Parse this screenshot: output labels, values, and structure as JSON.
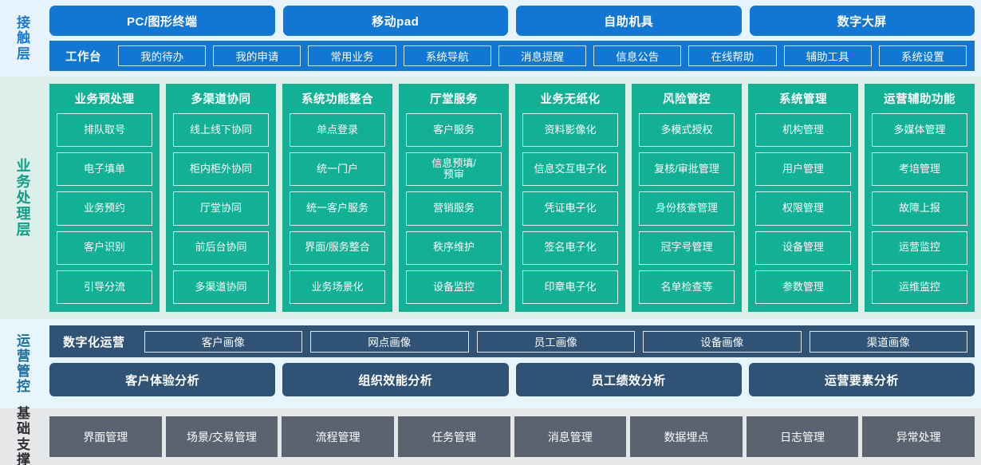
{
  "colors": {
    "touch_layer_bg": "#e7f3fd",
    "touch_accent": "#1276d4",
    "business_layer_bg": "#dcefe9",
    "business_accent": "#12b195",
    "ops_layer_bg": "#e7f5fd",
    "ops_accent": "#2f5275",
    "base_layer_bg": "#e6e7e9",
    "base_accent": "#5b6270"
  },
  "touch_layer": {
    "label": "接触层",
    "channels": [
      {
        "label": "PC/图形终端"
      },
      {
        "label": "移动pad"
      },
      {
        "label": "自助机具"
      },
      {
        "label": "数字大屏"
      }
    ],
    "workbench_title": "工作台",
    "workbench_items": [
      {
        "label": "我的待办"
      },
      {
        "label": "我的申请"
      },
      {
        "label": "常用业务"
      },
      {
        "label": "系统导航"
      },
      {
        "label": "消息提醒"
      },
      {
        "label": "信息公告"
      },
      {
        "label": "在线帮助"
      },
      {
        "label": "辅助工具"
      },
      {
        "label": "系统设置"
      }
    ]
  },
  "business_layer": {
    "label": "业务处理层",
    "columns": [
      {
        "title": "业务预处理",
        "items": [
          "排队取号",
          "电子填单",
          "业务预约",
          "客户识别",
          "引导分流"
        ]
      },
      {
        "title": "多渠道协同",
        "items": [
          "线上线下协同",
          "柜内柜外协同",
          "厅堂协同",
          "前后台协同",
          "多渠道协同"
        ]
      },
      {
        "title": "系统功能整合",
        "items": [
          "单点登录",
          "统一门户",
          "统一客户服务",
          "界面/服务整合",
          "业务场景化"
        ]
      },
      {
        "title": "厅堂服务",
        "items": [
          "客户服务",
          "信息预填/\n预审",
          "营销服务",
          "秩序维护",
          "设备监控"
        ]
      },
      {
        "title": "业务无纸化",
        "items": [
          "资料影像化",
          "信息交互电子化",
          "凭证电子化",
          "签名电子化",
          "印章电子化"
        ]
      },
      {
        "title": "风险管控",
        "items": [
          "多模式授权",
          "复核/审批管理",
          "身份核查管理",
          "冠字号管理",
          "名单检查等"
        ]
      },
      {
        "title": "系统管理",
        "items": [
          "机构管理",
          "用户管理",
          "权限管理",
          "设备管理",
          "参数管理"
        ]
      },
      {
        "title": "运营辅助功能",
        "items": [
          "多媒体管理",
          "考培管理",
          "故障上报",
          "运营监控",
          "运维监控"
        ]
      }
    ]
  },
  "ops_layer": {
    "label": "运营管控",
    "digital_ops_title": "数字化运营",
    "portraits": [
      {
        "label": "客户画像"
      },
      {
        "label": "网点画像"
      },
      {
        "label": "员工画像"
      },
      {
        "label": "设备画像"
      },
      {
        "label": "渠道画像"
      }
    ],
    "analyses": [
      {
        "label": "客户体验分析"
      },
      {
        "label": "组织效能分析"
      },
      {
        "label": "员工绩效分析"
      },
      {
        "label": "运营要素分析"
      }
    ]
  },
  "base_layer": {
    "label": "基础支撑",
    "items": [
      {
        "label": "界面管理"
      },
      {
        "label": "场景/交易管理"
      },
      {
        "label": "流程管理"
      },
      {
        "label": "任务管理"
      },
      {
        "label": "消息管理"
      },
      {
        "label": "数据埋点"
      },
      {
        "label": "日志管理"
      },
      {
        "label": "异常处理"
      }
    ]
  }
}
